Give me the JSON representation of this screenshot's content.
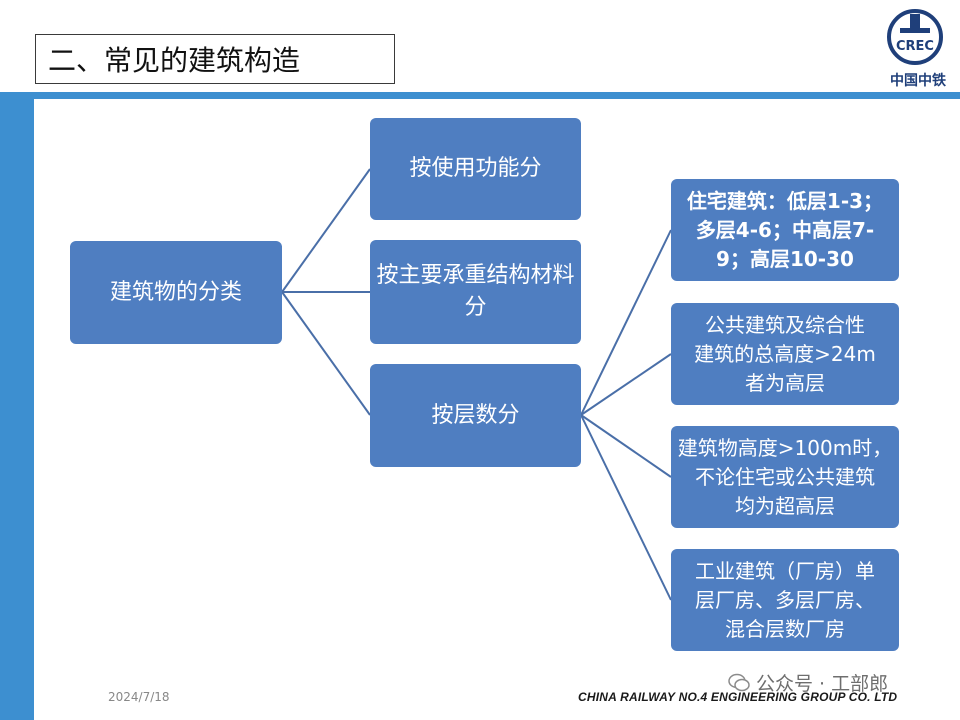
{
  "slide": {
    "title": "二、常见的建筑构造",
    "date": "2024/7/18",
    "company": "CHINA RAILWAY NO.4 ENGINEERING  GROUP CO. LTD",
    "watermark": "公众号 · 工部郎"
  },
  "logo": {
    "text": "中国中铁",
    "emblem_letters": "CREC"
  },
  "diagram": {
    "root": "建筑物的分类",
    "categories": [
      {
        "label": "按使用功能分"
      },
      {
        "label": "按主要承重结构材料分"
      },
      {
        "label": "按层数分"
      }
    ],
    "layer_items": [
      {
        "text": "住宅建筑：低层1-3；\n多层4-6；中高层7-\n9；高层10-30"
      },
      {
        "text": "公共建筑及综合性\n建筑的总高度>24m\n者为高层"
      },
      {
        "text": "建筑物高度>100m时，\n不论住宅或公共建筑\n均为超高层"
      },
      {
        "text": "工业建筑（厂房）单\n层厂房、多层厂房、\n混合层数厂房"
      }
    ]
  },
  "colors": {
    "node_fill": "#4f7ec1",
    "connector": "#4a6fa8",
    "band": "#3d8fd0"
  }
}
